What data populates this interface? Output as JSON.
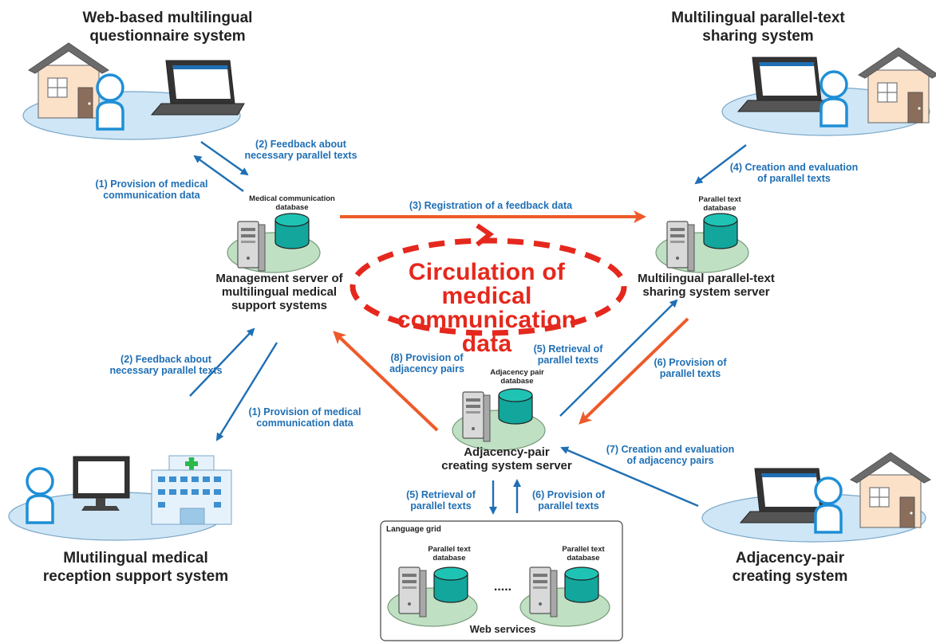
{
  "titles": {
    "top_left": "Web-based multilingual\nquestionnaire system",
    "top_right": "Multilingual parallel-text\nsharing system",
    "bottom_left": "Mlutilingual medical\nreception support system",
    "bottom_right": "Adjacency-pair\ncreating system"
  },
  "servers": {
    "management": "Management server of\nmultilingual medical\nsupport systems",
    "parallel_text": "Multilingual parallel-text\nsharing system server",
    "adjacency": "Adjacency-pair\ncreating system server"
  },
  "databases": {
    "medical_communication": "Medical communication\ndatabase",
    "parallel_text_top": "Parallel text\ndatabase",
    "adjacency_pair": "Adjacency pair\ndatabase",
    "grid_left": "Parallel text\ndatabase",
    "grid_right": "Parallel text\ndatabase"
  },
  "center": "Circulation of\nmedical communication\ndata",
  "flows": {
    "top_left_1": "(1) Provision of medical\ncommunication data",
    "top_left_2": "(2) Feedback about\nnecessary parallel texts",
    "registration_3": "(3) Registration of a feedback data",
    "creation_4": "(4) Creation and evaluation\nof parallel texts",
    "bottom_left_2": "(2) Feedback about\nnecessary parallel texts",
    "bottom_left_1": "(1) Provision of medical\ncommunication data",
    "adjacency_8": "(8) Provision of\nadjacency pairs",
    "retrieval_5_top": "(5) Retrieval of\nparallel texts",
    "provision_6_top": "(6) Provision of\nparallel texts",
    "creation_7": "(7) Creation and evaluation\nof adjacency pairs",
    "retrieval_5_bottom": "(5) Retrieval of\nparallel texts",
    "provision_6_bottom": "(6) Provision of\nparallel texts"
  },
  "grid": {
    "title": "Language grid",
    "footer": "Web services",
    "ellipsis": "....."
  },
  "colors": {
    "blue_arrow": "#1f6fb4",
    "orange_arrow": "#ee5a2a",
    "red_loop": "#e5281d",
    "green_base": "#bfe0c2",
    "blue_base": "#cfe6f6",
    "db_teal": "#12a69c"
  },
  "icons": [
    "house-icon",
    "person-icon",
    "laptop-icon",
    "server-icon",
    "database-icon",
    "monitor-icon",
    "hospital-icon"
  ]
}
